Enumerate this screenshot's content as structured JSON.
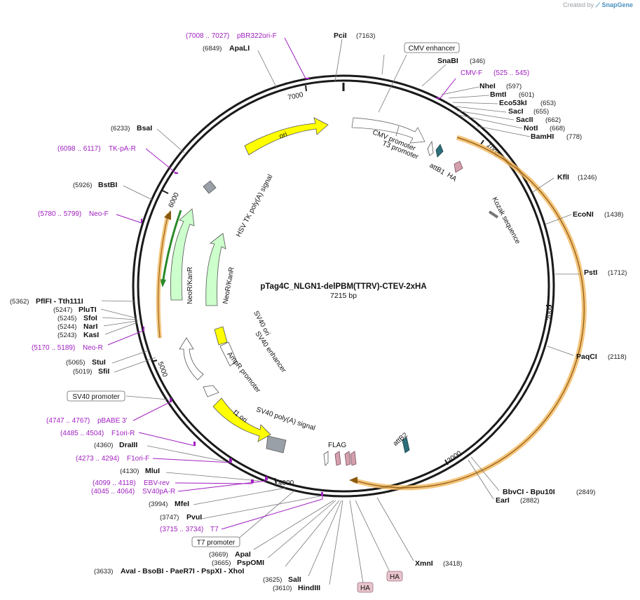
{
  "credit": {
    "prefix": "Created by",
    "brand": "SnapGene"
  },
  "plasmid": {
    "name": "pTag4C_NLGN1-delPBM(TTRV)-CTEV-2xHA",
    "length": 7215,
    "length_label": "7215 bp"
  },
  "ticks": [
    "1000",
    "2000",
    "3000",
    "4000",
    "5000",
    "6000",
    "7000"
  ],
  "enzymes": [
    {
      "name": "PciI",
      "pos": "(7163)"
    },
    {
      "name": "SnaBI",
      "pos": "(346)"
    },
    {
      "name": "NheI",
      "pos": "(597)"
    },
    {
      "name": "BmtI",
      "pos": "(601)"
    },
    {
      "name": "Eco53kI",
      "pos": "(653)"
    },
    {
      "name": "SacI",
      "pos": "(655)"
    },
    {
      "name": "SacII",
      "pos": "(662)"
    },
    {
      "name": "NotI",
      "pos": "(668)"
    },
    {
      "name": "BamHI",
      "pos": "(778)"
    },
    {
      "name": "KflI",
      "pos": "(1246)"
    },
    {
      "name": "EcoNI",
      "pos": "(1438)"
    },
    {
      "name": "PstI",
      "pos": "(1712)"
    },
    {
      "name": "PaqCI",
      "pos": "(2118)"
    },
    {
      "name": "BbvCI - Bpu10I",
      "pos": "(2849)"
    },
    {
      "name": "EarI",
      "pos": "(2882)"
    },
    {
      "name": "XmnI",
      "pos": "(3418)"
    },
    {
      "name": "HindIII",
      "pos": "(3610)"
    },
    {
      "name": "SalI",
      "pos": "(3625)"
    },
    {
      "name": "AvaI - BsoBI - PaeR7I - PspXI - XhoI",
      "pos": "(3633)"
    },
    {
      "name": "PspOMI",
      "pos": "(3665)"
    },
    {
      "name": "ApaI",
      "pos": "(3669)"
    },
    {
      "name": "PvuI",
      "pos": "(3747)"
    },
    {
      "name": "MfeI",
      "pos": "(3994)"
    },
    {
      "name": "MluI",
      "pos": "(4130)"
    },
    {
      "name": "DraIII",
      "pos": "(4360)"
    },
    {
      "name": "SfiI",
      "pos": "(5019)"
    },
    {
      "name": "StuI",
      "pos": "(5065)"
    },
    {
      "name": "KasI",
      "pos": "(5243)"
    },
    {
      "name": "NarI",
      "pos": "(5244)"
    },
    {
      "name": "SfoI",
      "pos": "(5245)"
    },
    {
      "name": "PluTI",
      "pos": "(5247)"
    },
    {
      "name": "PflFI - Tth111I",
      "pos": "(5362)"
    },
    {
      "name": "BstBI",
      "pos": "(5926)"
    },
    {
      "name": "BsaI",
      "pos": "(6233)"
    },
    {
      "name": "ApaLI",
      "pos": "(6849)"
    }
  ],
  "primers": [
    {
      "name": "pBR322ori-F",
      "range": "(7008 .. 7027)"
    },
    {
      "name": "CMV-F",
      "range": "(525 .. 545)"
    },
    {
      "name": "TK-pA-R",
      "range": "(6098 .. 6117)"
    },
    {
      "name": "Neo-F",
      "range": "(5780 .. 5799)"
    },
    {
      "name": "Neo-R",
      "range": "(5170 .. 5189)"
    },
    {
      "name": "pBABE 3'",
      "range": "(4747 .. 4767)"
    },
    {
      "name": "F1ori-R",
      "range": "(4485 .. 4504)"
    },
    {
      "name": "F1ori-F",
      "range": "(4273 .. 4294)"
    },
    {
      "name": "EBV-rev",
      "range": "(4099 .. 4118)"
    },
    {
      "name": "SV40pA-R",
      "range": "(4045 .. 4064)"
    },
    {
      "name": "T7",
      "range": "(3715 .. 3734)"
    }
  ],
  "boxed_labels": [
    "CMV enhancer",
    "SV40 promoter",
    "T7 promoter",
    "HA",
    "HA"
  ],
  "features": [
    "ori",
    "CMV promoter",
    "T3 promoter",
    "attB1",
    "HA",
    "Kozak sequence",
    "HSV TK poly(A) signal",
    "NeoR/KanR",
    "NeoR/KanR",
    "SV40 ori",
    "SV40 enhancer",
    "AmpR promoter",
    "f1 ori",
    "SV40 poly(A) signal",
    "FLAG",
    "attB2"
  ],
  "colors": {
    "backbone": "#1a1a1a",
    "primer": "#a020c0",
    "ori": "#ffff00",
    "neo": "#ccffcc",
    "orf": "#f3b55a",
    "ha_box": "#e8c4cc"
  }
}
